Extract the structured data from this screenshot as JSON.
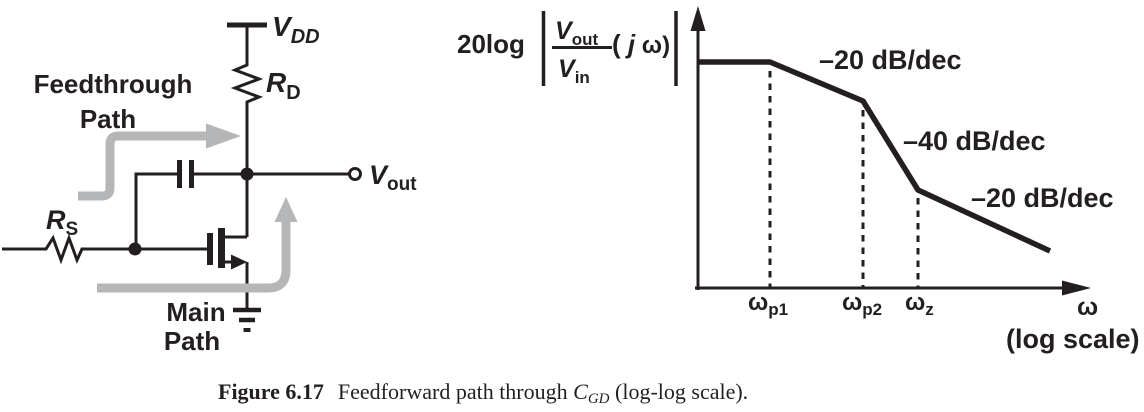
{
  "colors": {
    "ink": "#231f20",
    "path_gray": "#b5b6b7",
    "background": "#ffffff"
  },
  "circuit": {
    "vdd": {
      "main": "V",
      "sub": "DD"
    },
    "rd": {
      "main": "R",
      "sub": "D"
    },
    "rs": {
      "main": "R",
      "sub": "S"
    },
    "vout": {
      "main": "V",
      "sub": "out"
    },
    "feedthrough": {
      "line1": "Feedthrough",
      "line2": "Path"
    },
    "mainpath": {
      "line1": "Main",
      "line2": "Path"
    }
  },
  "plot": {
    "ylabel": {
      "prefix": "20log",
      "num_main": "V",
      "num_sub": "out",
      "den_main": "V",
      "den_sub": "in",
      "arg_open": "( ",
      "arg_j": "j",
      "arg_close": " ω)"
    },
    "slopes": {
      "s1": "–20 dB/dec",
      "s2": "–40 dB/dec",
      "s3": "–20 dB/dec"
    },
    "xticks": {
      "wp1": {
        "main": "ω",
        "sub": "p1"
      },
      "wp2": {
        "main": "ω",
        "sub": "p2"
      },
      "wz": {
        "main": "ω",
        "sub": "z"
      }
    },
    "xlabel": "ω",
    "xscale_note": "(log scale)"
  },
  "chart_data": {
    "type": "line",
    "title": "",
    "ylabel": "20log|Vout/Vin(jω)|",
    "xlabel": "ω (log scale)",
    "x_scale": "log",
    "x_tick_labels": [
      "ωp1",
      "ωp2",
      "ωz"
    ],
    "segments": [
      {
        "from": "origin",
        "to": "ωp1",
        "slope_db_per_dec": 0
      },
      {
        "from": "ωp1",
        "to": "ωp2",
        "slope_db_per_dec": -20
      },
      {
        "from": "ωp2",
        "to": "ωz",
        "slope_db_per_dec": -40
      },
      {
        "from": "ωz",
        "to": "end",
        "slope_db_per_dec": -20
      }
    ],
    "annotations": [
      "–20 dB/dec",
      "–40 dB/dec",
      "–20 dB/dec"
    ],
    "gridlines": "dotted vertical guides at ωp1, ωp2, ωz",
    "legend": "none"
  },
  "caption": {
    "label": "Figure 6.17",
    "text_before": "Feedforward path through ",
    "var_main": "C",
    "var_sub": "GD",
    "text_after": " (log-log scale)."
  }
}
